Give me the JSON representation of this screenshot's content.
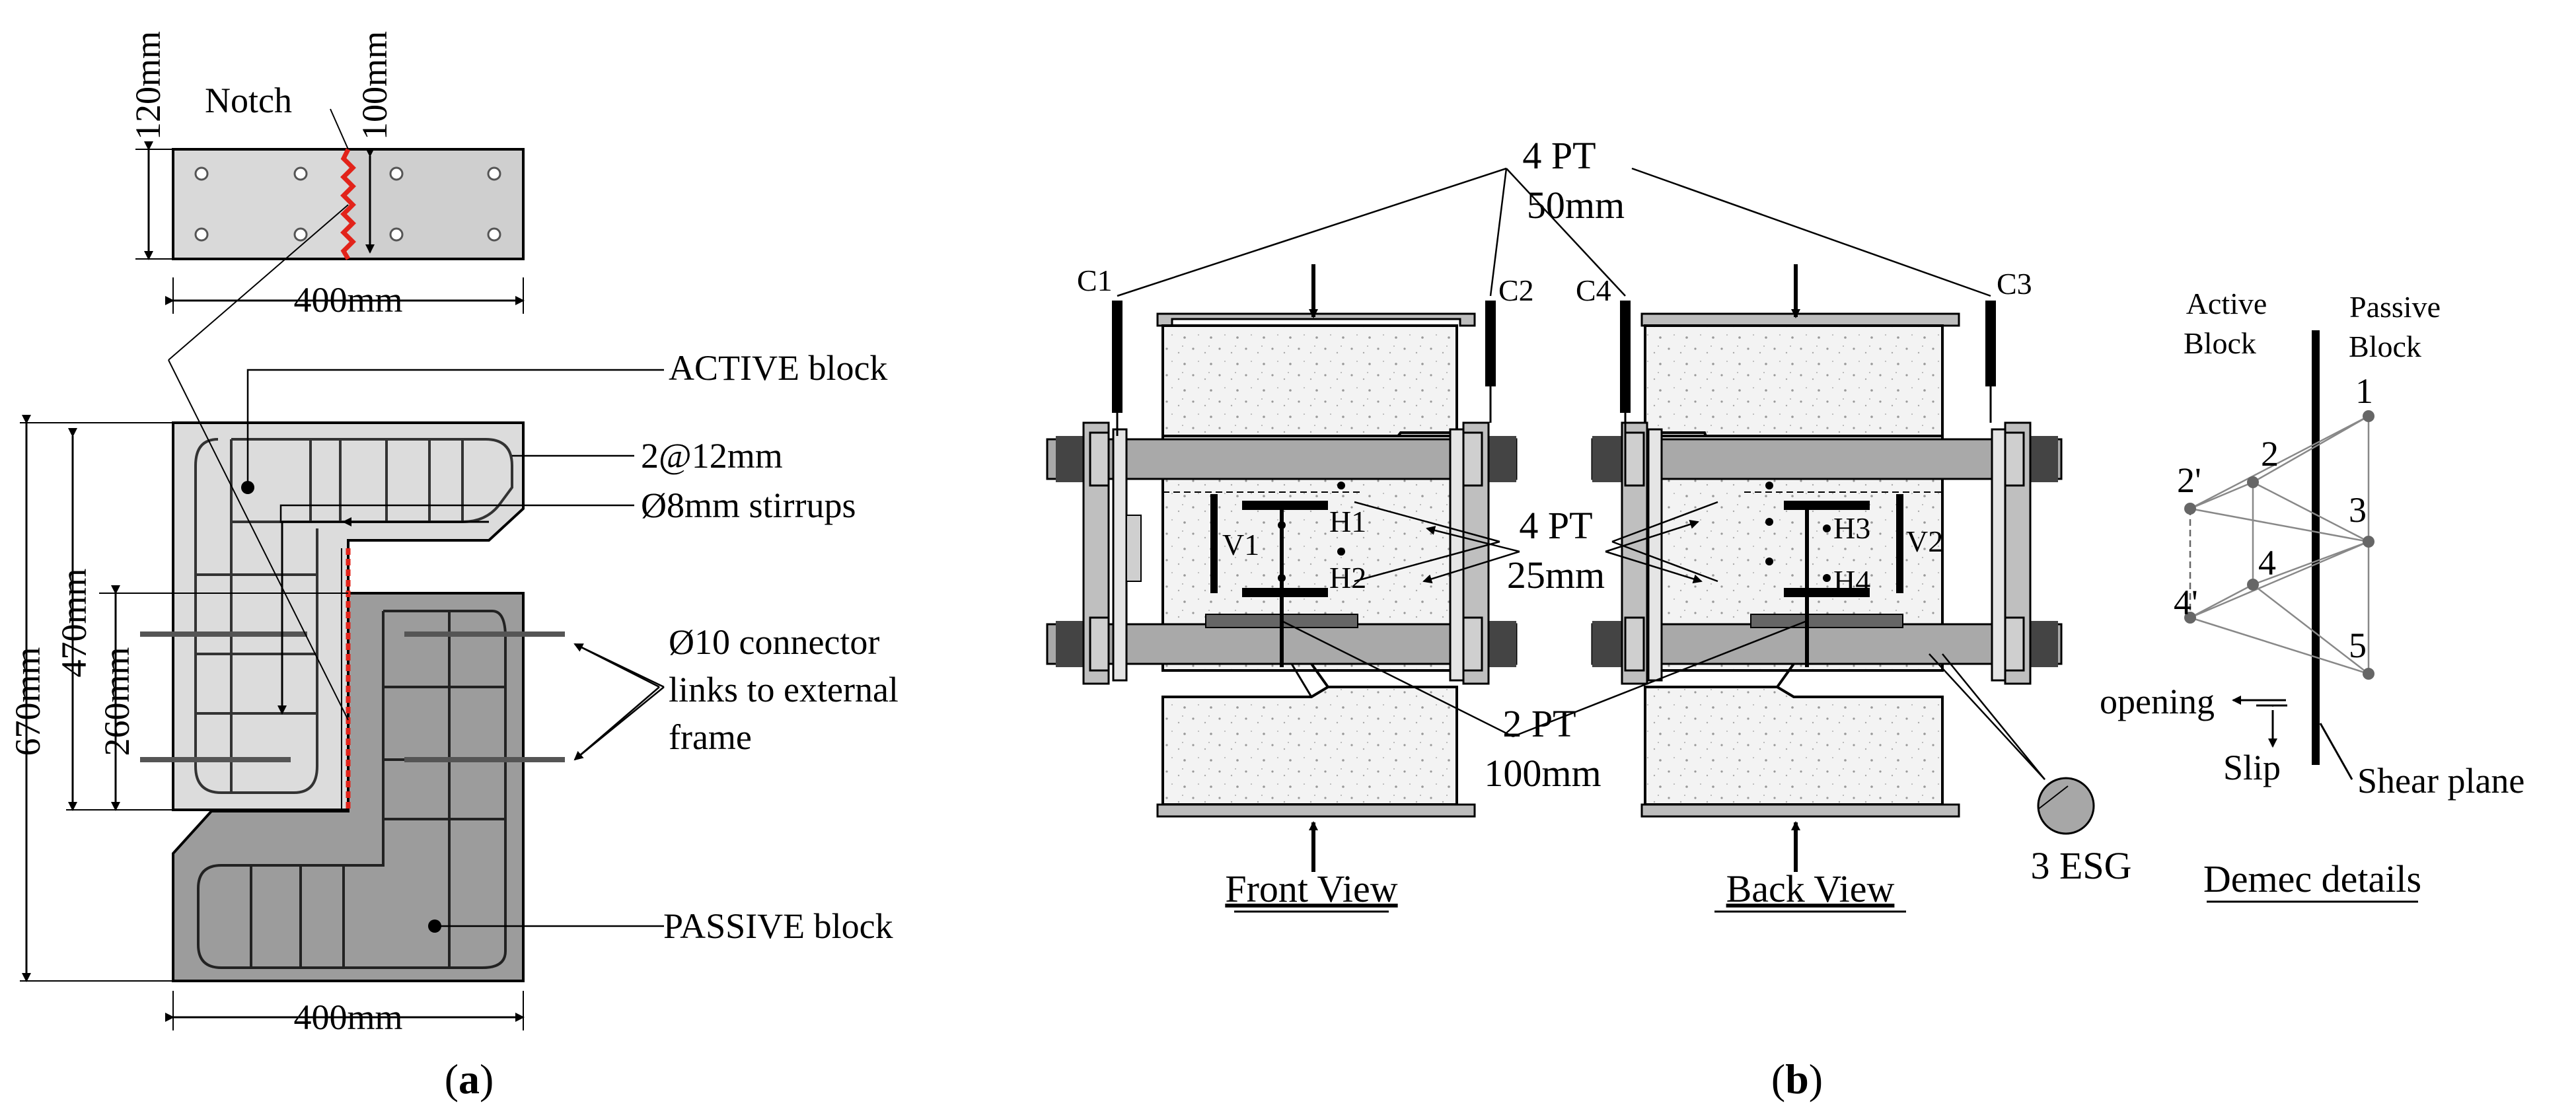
{
  "figure_a": {
    "label_120": "120mm",
    "label_notch": "Notch",
    "label_100": "100mm",
    "label_400_top": "400mm",
    "label_active": "ACTIVE block",
    "label_bars": "2@12mm",
    "label_stirrups": "Ø8mm stirrups",
    "label_connector_1": "Ø10 connector",
    "label_connector_2": "links to external",
    "label_connector_3": "frame",
    "label_passive": "PASSIVE block",
    "label_670": "670mm",
    "label_470": "470mm",
    "label_260": "260mm",
    "label_400_bottom": "400mm",
    "caption_open": "(",
    "caption_letter": "a",
    "caption_close": ")"
  },
  "figure_b": {
    "label_4pt_50": "4 PT",
    "label_50mm": "50mm",
    "label_c1": "C1",
    "label_c2": "C2",
    "label_c3": "C3",
    "label_c4": "C4",
    "label_v1": "V1",
    "label_v2": "V2",
    "label_h1": "H1",
    "label_h2": "H2",
    "label_h3": "H3",
    "label_h4": "H4",
    "label_4pt_25": "4 PT",
    "label_25mm": "25mm",
    "label_2pt": "2 PT",
    "label_100mm": "100mm",
    "label_front": "Front View",
    "label_back": "Back View",
    "label_esg": "3 ESG",
    "caption_open": "(",
    "caption_letter": "b",
    "caption_close": ")"
  },
  "demec": {
    "label_active_1": "Active",
    "label_active_2": "Block",
    "label_passive_1": "Passive",
    "label_passive_2": "Block",
    "points": [
      "1",
      "2",
      "2'",
      "3",
      "4",
      "4'",
      "5"
    ],
    "label_opening": "opening",
    "label_slip": "Slip",
    "label_shear": "Shear plane",
    "label_title": "Demec details"
  },
  "colors": {
    "line": "#000000",
    "active_fill": "#dcdcdc",
    "passive_fill": "#9a9a9a",
    "notch": "#e2231a",
    "concrete": "#f2f2f2",
    "plate": "#bdbdbd",
    "bar": "#a8a8a8"
  }
}
